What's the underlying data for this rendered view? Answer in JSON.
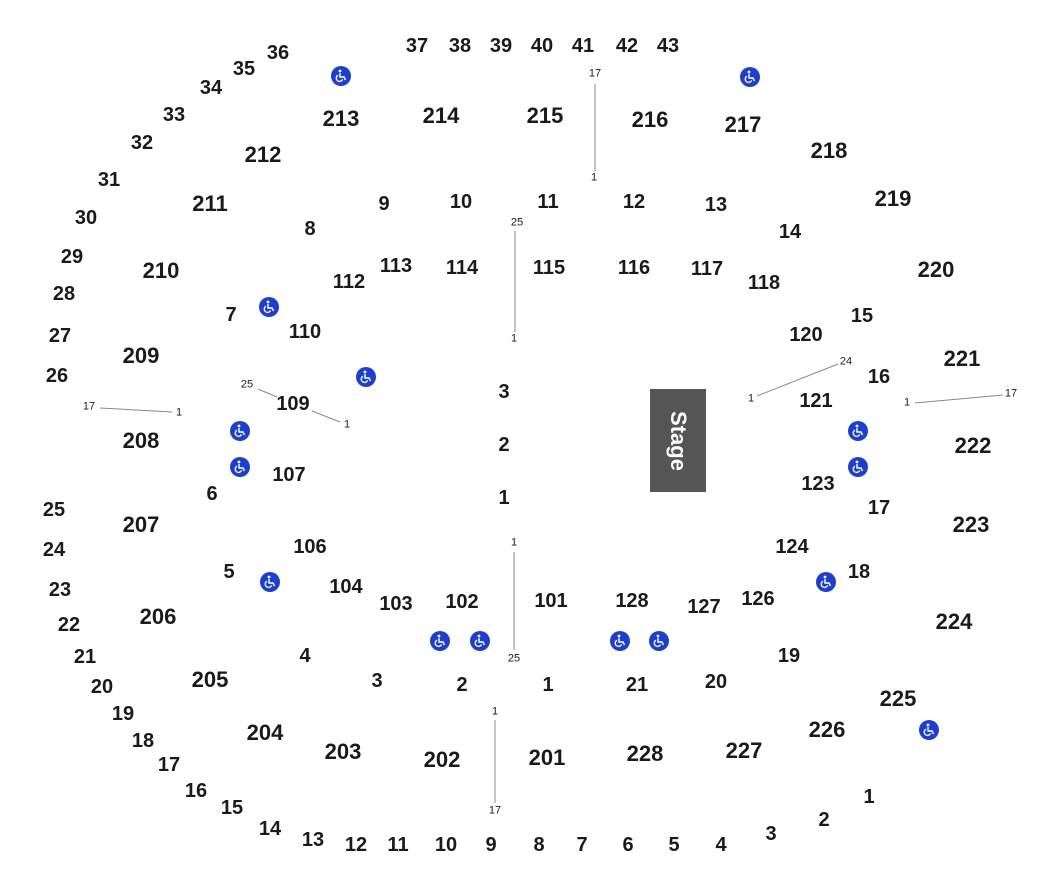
{
  "stage": {
    "label": "Stage",
    "color": "#555555"
  },
  "accessibility": {
    "icon": "wheelchair-icon",
    "color": "#1e3fcc",
    "count": 15
  },
  "colors": {
    "text": "#1a1a1a",
    "divider_line": "#888888",
    "background": "#ffffff"
  },
  "outer_rows": [
    "37",
    "38",
    "39",
    "40",
    "41",
    "42",
    "43",
    "36",
    "35",
    "34",
    "33",
    "32",
    "31",
    "30",
    "29",
    "28",
    "27",
    "26",
    "25",
    "24",
    "23",
    "22",
    "21",
    "20",
    "19",
    "18",
    "17",
    "16",
    "15",
    "14",
    "13",
    "12",
    "11",
    "10",
    "9",
    "8",
    "7",
    "6",
    "5",
    "4",
    "3",
    "2",
    "1"
  ],
  "sections_200": [
    "213",
    "214",
    "215",
    "216",
    "217",
    "218",
    "219",
    "220",
    "221",
    "222",
    "223",
    "224",
    "225",
    "226",
    "227",
    "228",
    "201",
    "202",
    "203",
    "204",
    "205",
    "206",
    "207",
    "208",
    "209",
    "210",
    "211",
    "212"
  ],
  "sections_100": [
    "113",
    "114",
    "115",
    "116",
    "117",
    "118",
    "120",
    "121",
    "123",
    "124",
    "126",
    "127",
    "128",
    "101",
    "102",
    "103",
    "104",
    "106",
    "107",
    "109",
    "110",
    "112"
  ],
  "inner_rows": [
    "9",
    "10",
    "11",
    "12",
    "13",
    "14",
    "8",
    "7",
    "15",
    "16",
    "6",
    "17",
    "5",
    "18",
    "4",
    "3",
    "2",
    "1",
    "19",
    "20",
    "21"
  ],
  "floor_rows": [
    "3",
    "2",
    "1"
  ],
  "row_range_labels": [
    "17",
    "1",
    "25",
    "1",
    "25",
    "1",
    "17",
    "1",
    "24",
    "1",
    "1",
    "17",
    "1",
    "25",
    "1",
    "17"
  ]
}
